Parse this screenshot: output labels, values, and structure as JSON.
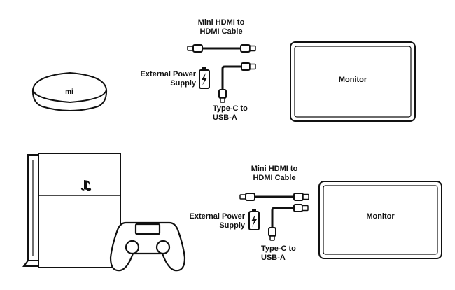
{
  "setups": [
    {
      "name": "mi-box-setup",
      "hdmi_cable_label": [
        "Mini HDMI to",
        "HDMI Cable"
      ],
      "power_label": [
        "External Power",
        "Supply"
      ],
      "usb_cable_label": [
        "Type-C to",
        "USB-A"
      ],
      "monitor_label": "Monitor",
      "device_logo": "mi"
    },
    {
      "name": "ps4-setup",
      "hdmi_cable_label": [
        "Mini HDMI to",
        "HDMI Cable"
      ],
      "power_label": [
        "External Power",
        "Supply"
      ],
      "usb_cable_label": [
        "Type-C to",
        "USB-A"
      ],
      "monitor_label": "Monitor"
    }
  ],
  "icons": [
    "set-top-box-icon",
    "battery-icon",
    "mini-hdmi-cable-icon",
    "type-c-usb-cable-icon",
    "monitor-icon",
    "game-console-icon",
    "gamepad-icon",
    "playstation-logo-icon"
  ],
  "colors": {
    "ink": "#111111",
    "background": "#ffffff"
  }
}
